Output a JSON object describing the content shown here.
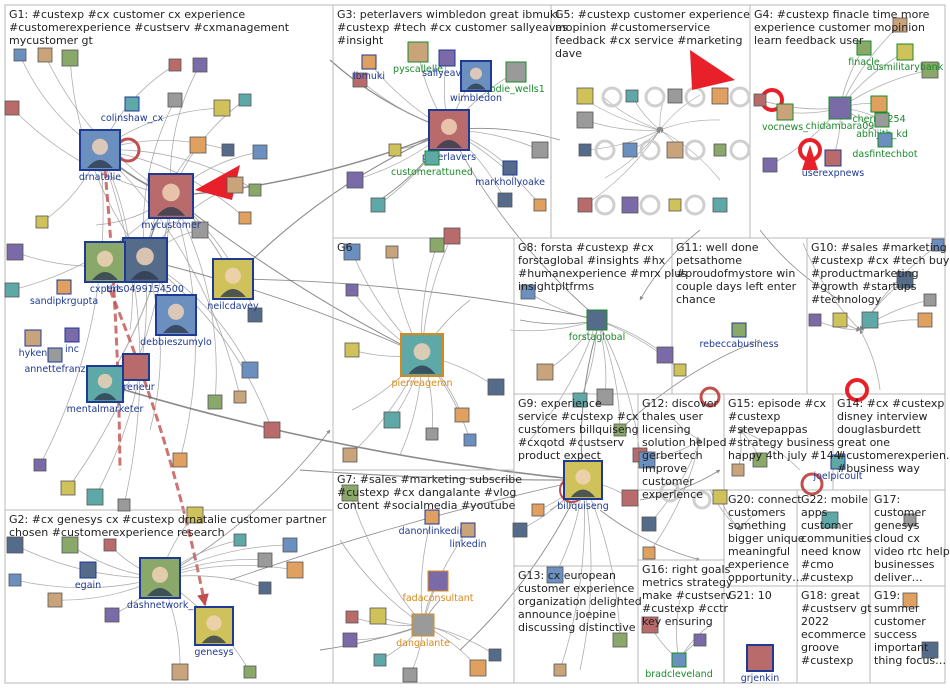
{
  "colors": {
    "panel_border": "#b8b8b8",
    "edge": "#9a9a9a",
    "edge_strong": "#6e6e6e",
    "edge_highlight": "#c0504d",
    "node_label_blue": "#1f3a93",
    "node_label_green": "#1a8a2a",
    "node_label_orange": "#d9891a",
    "marker_red": "#e8202a",
    "ring": "#cfcfcf"
  },
  "groups": [
    {
      "id": "G1",
      "title_lines": [
        "G1: #custexp #cx customer cx experience",
        "#customerexperience #custserv #cxmanagement",
        "mycustomer gt"
      ]
    },
    {
      "id": "G2",
      "title_lines": [
        "G2: #cx genesys cx #custexp drnatalie customer partner",
        "chosen #customerexperience research"
      ]
    },
    {
      "id": "G3",
      "title_lines": [
        "G3: peterlavers wimbledon great ibmuki",
        "#custexp #tech #cx customer sallyeaves",
        "#insight"
      ]
    },
    {
      "id": "G4",
      "title_lines": [
        "G4: #custexp finacle time more",
        "experience customer mopinion",
        "learn feedback user"
      ]
    },
    {
      "id": "G5",
      "title_lines": [
        "G5: #custexp customer experience",
        "mopinion #customerservice",
        "feedback #cx service #marketing",
        "dave"
      ]
    },
    {
      "id": "G6",
      "title_lines": [
        "G6"
      ]
    },
    {
      "id": "G7",
      "title_lines": [
        "G7: #sales #marketing subscribe",
        "#custexp #cx dangalante #vlog",
        "content #socialmedia #youtube"
      ]
    },
    {
      "id": "G8",
      "title_lines": [
        "G8: forsta #custexp #cx",
        "forstaglobal #insights #hx",
        "#humanexperience #mrx plus",
        "insightpltfrms"
      ]
    },
    {
      "id": "G9",
      "title_lines": [
        "G9: experience",
        "service #custexp #cx",
        "customers billquiseng",
        "#cxqotd #custserv",
        "product expect"
      ]
    },
    {
      "id": "G10",
      "title_lines": [
        "G10: #sales #marketing",
        "#custexp #cx #tech buy",
        "#productmarketing",
        "#growth #startups",
        "#technology"
      ]
    },
    {
      "id": "G11",
      "title_lines": [
        "G11: well done",
        "petsathome",
        "#proudofmystore win",
        "couple days left enter",
        "chance"
      ]
    },
    {
      "id": "G12",
      "title_lines": [
        "G12: discover",
        "thales user",
        "licensing",
        "solution helped",
        "gerbertech",
        "improve",
        "customer",
        "experience"
      ]
    },
    {
      "id": "G13",
      "title_lines": [
        "G13: cx european",
        "customer experience",
        "organization delighted",
        "announce joepine",
        "discussing distinctive"
      ]
    },
    {
      "id": "G14",
      "title_lines": [
        "G14: #cx #custexp",
        "disney interview",
        "douglasburdett",
        "great one",
        "#customerexperien…",
        "#business way"
      ]
    },
    {
      "id": "G15",
      "title_lines": [
        "G15: episode #cx",
        "#custexp",
        "#stevepappas",
        "#strategy business",
        "happy 4th july #144"
      ]
    },
    {
      "id": "G16",
      "title_lines": [
        "G16: right goals",
        "metrics strategy",
        "make #custserv",
        "#custexp #cctr",
        "key ensuring"
      ]
    },
    {
      "id": "G17",
      "title_lines": [
        "G17:",
        "customer",
        "genesys",
        "cloud cx",
        "video rtc help",
        "businesses",
        "deliver…"
      ]
    },
    {
      "id": "G18",
      "title_lines": [
        "G18: great",
        "#custserv gt",
        "2022",
        "ecommerce",
        "groove",
        "#custexp"
      ]
    },
    {
      "id": "G19",
      "title_lines": [
        "G19:",
        "summer",
        "customer",
        "success",
        "important",
        "thing focus…"
      ]
    },
    {
      "id": "G20",
      "title_lines": [
        "G20: connect",
        "customers",
        "something",
        "bigger unique",
        "meaningful",
        "experience",
        "opportunity…"
      ]
    },
    {
      "id": "G21",
      "title_lines": [
        "G21: 10"
      ]
    },
    {
      "id": "G22",
      "title_lines": [
        "G22: mobile",
        "apps",
        "customer",
        "communities",
        "need know",
        "#cmo",
        "#custexp"
      ]
    }
  ],
  "nodes": [
    {
      "name": "drnatalie",
      "label": "drnatalie"
    },
    {
      "name": "mycustomer",
      "label": "mycustomer"
    },
    {
      "name": "colinshaw_cx",
      "label": "colinshaw_cx"
    },
    {
      "name": "this0499154500",
      "label": "this0499154500"
    },
    {
      "name": "cxpert",
      "label": "cxpert"
    },
    {
      "name": "neilcdavey",
      "label": "neilcdavey"
    },
    {
      "name": "sandipkrgupta",
      "label": "sandipkrgupta"
    },
    {
      "name": "hyken",
      "label": "hyken"
    },
    {
      "name": "inc",
      "label": "inc"
    },
    {
      "name": "annettefranz",
      "label": "annettefranz"
    },
    {
      "name": "debbieszumylo",
      "label": "debbieszumylo"
    },
    {
      "name": "preneur",
      "label": "preneur"
    },
    {
      "name": "mentalmarketer",
      "label": "mentalmarketer"
    },
    {
      "name": "egain",
      "label": "egain"
    },
    {
      "name": "dashnetwork_",
      "label": "dashnetwork_"
    },
    {
      "name": "genesys",
      "label": "genesys"
    },
    {
      "name": "ibmuki",
      "label": "ibmuki"
    },
    {
      "name": "pyscallelle",
      "label": "pyscallelle"
    },
    {
      "name": "sallyeaves",
      "label": "sallyeaves"
    },
    {
      "name": "jodie_wells1",
      "label": "jodie_wells1"
    },
    {
      "name": "wimbledon",
      "label": "wimbledon"
    },
    {
      "name": "peterlavers",
      "label": "peterlavers"
    },
    {
      "name": "customerattuned",
      "label": "customerattuned"
    },
    {
      "name": "markhollyoake",
      "label": "markhollyoake"
    },
    {
      "name": "finacle",
      "label": "finacle"
    },
    {
      "name": "ausmilitarybank",
      "label": "ausmilitarybank"
    },
    {
      "name": "cherry_254",
      "label": "cherry_254"
    },
    {
      "name": "vocnews_",
      "label": "vocnews_"
    },
    {
      "name": "chidambara09",
      "label": "chidambara09"
    },
    {
      "name": "abhijith_kd",
      "label": "abhijith_kd"
    },
    {
      "name": "dasfintechbot",
      "label": "dasfintechbot"
    },
    {
      "name": "userexpnews",
      "label": "userexpnews"
    },
    {
      "name": "pierreageron",
      "label": "pierreageron"
    },
    {
      "name": "forstaglobal",
      "label": "forstaglobal"
    },
    {
      "name": "rebeccabusiness",
      "label": "rebeccabusiness"
    },
    {
      "name": "billquiseng",
      "label": "billquiseng"
    },
    {
      "name": "danonlinkedin",
      "label": "danonlinkedin"
    },
    {
      "name": "linkedin",
      "label": "linkedin"
    },
    {
      "name": "fadaconsultant",
      "label": "fadaconsultant"
    },
    {
      "name": "dangalante",
      "label": "dangalante"
    },
    {
      "name": "bradcleveland",
      "label": "bradcleveland"
    },
    {
      "name": "grjenkin",
      "label": "grjenkin"
    },
    {
      "name": "joelpicoult",
      "label": "joelpicoult"
    }
  ]
}
